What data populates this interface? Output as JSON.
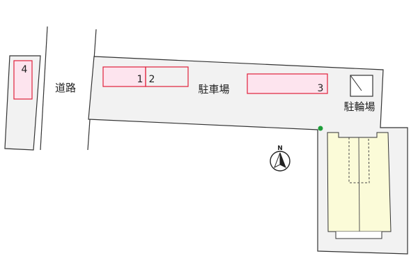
{
  "labels": {
    "road": "道路",
    "parking": "駐車場",
    "bicycle_parking": "駐輪場",
    "north": "N"
  },
  "parking_spaces": [
    {
      "number": "1",
      "highlighted": true
    },
    {
      "number": "2",
      "highlighted": false
    },
    {
      "number": "3",
      "highlighted": true
    },
    {
      "number": "4",
      "highlighted": true
    }
  ],
  "colors": {
    "lot_fill": "#f2f2f2",
    "outline": "#333333",
    "space_border": "#e0203a",
    "space_highlight": "#fde4ee",
    "building_fill": "#fbfbd8",
    "entrance_marker": "#1e9e3a"
  },
  "icons": {
    "north_arrow": "north-arrow-icon",
    "entrance": "entrance-dot-icon",
    "bicycle_shelter": "bicycle-shelter-icon"
  }
}
